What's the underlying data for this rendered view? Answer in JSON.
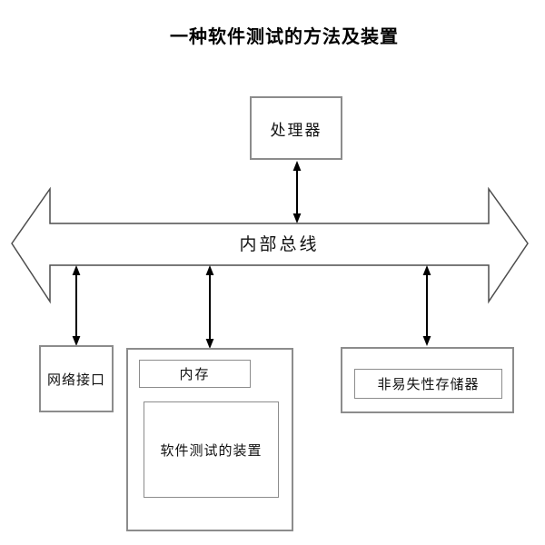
{
  "title": "一种软件测试的方法及装置",
  "diagram": {
    "processor": {
      "label": "处理器"
    },
    "bus": {
      "label": "内部总线"
    },
    "network_interface": {
      "label": "网络接口"
    },
    "memory": {
      "label": "内存"
    },
    "testing_device": {
      "label": "软件测试的装置"
    },
    "nonvolatile_memory": {
      "label": "非易失性存储器"
    }
  },
  "connections": [
    {
      "from": "processor",
      "to": "bus",
      "type": "double-arrow"
    },
    {
      "from": "bus",
      "to": "network_interface",
      "type": "double-arrow"
    },
    {
      "from": "bus",
      "to": "memory",
      "type": "double-arrow"
    },
    {
      "from": "bus",
      "to": "nonvolatile_memory",
      "type": "double-arrow"
    }
  ],
  "colors": {
    "background": "#ffffff",
    "box_border": "#8c8c8c",
    "bus_outline": "#4d4d4d",
    "arrow": "#000000",
    "text": "#111111"
  }
}
